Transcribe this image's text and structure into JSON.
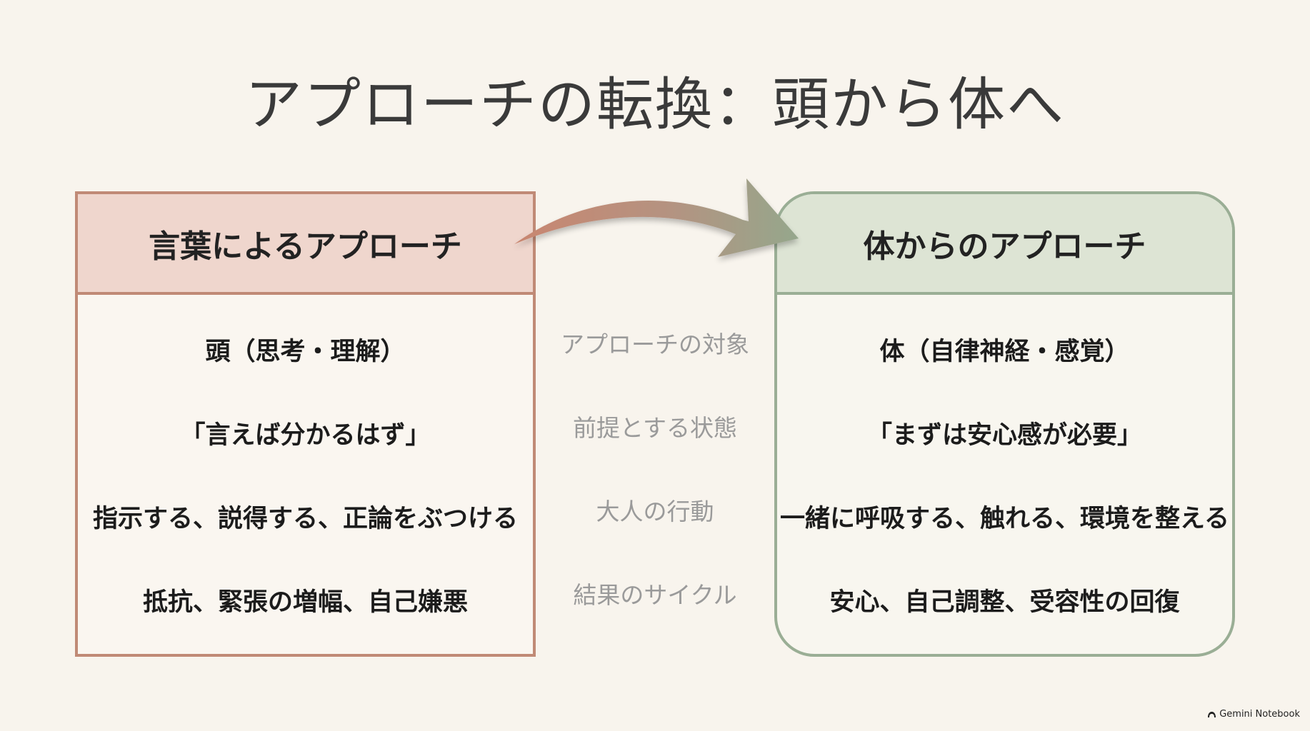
{
  "title": "アプローチの転換：頭から体へ",
  "left_panel": {
    "heading": "言葉によるアプローチ",
    "rows": [
      "頭（思考・理解）",
      "「言えば分かるはず」",
      "指示する、説得する、正論をぶつける",
      "抵抗、緊張の増幅、自己嫌悪"
    ]
  },
  "middle_labels": [
    "アプローチの対象",
    "前提とする状態",
    "大人の行動",
    "結果のサイクル"
  ],
  "right_panel": {
    "heading": "体からのアプローチ",
    "rows": [
      "体（自律神経・感覚）",
      "「まずは安心感が必要」",
      "一緒に呼吸する、触れる、環境を整える",
      "安心、自己調整、受容性の回復"
    ]
  },
  "brand": {
    "icon": "gemini-notebook-icon",
    "label": "Gemini Notebook"
  },
  "colors": {
    "background": "#f8f4ed",
    "left_border": "#c08a76",
    "left_header": "#efd6cd",
    "right_border": "#9aae95",
    "right_header": "#dde4d4",
    "arrow_start": "#c98670",
    "arrow_end": "#95a78c"
  }
}
